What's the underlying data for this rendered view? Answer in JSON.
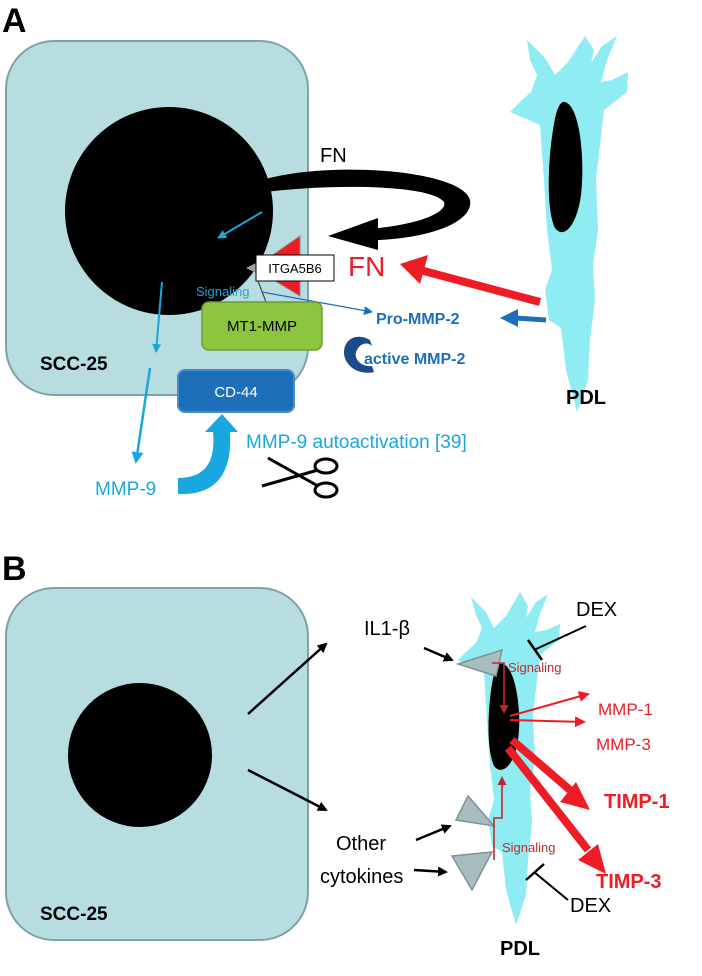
{
  "panel_a": {
    "label": "A",
    "cell_label": "SCC-25",
    "pdl_label": "PDL",
    "fn_loop": "FN",
    "fn_big": "FN",
    "integrin": "ITGA5B6",
    "signaling": "Signaling",
    "mt1_mmp": "MT1-MMP",
    "pro_mmp2": "Pro-MMP-2",
    "active_mmp2": "active MMP-2",
    "cd44": "CD-44",
    "mmp9": "MMP-9",
    "mmp9_auto": "MMP-9 autoactivation [39]"
  },
  "panel_b": {
    "label": "B",
    "cell_label": "SCC-25",
    "pdl_label": "PDL",
    "il1b": "IL1-β",
    "other_cytokines_1": "Other",
    "other_cytokines_2": "cytokines",
    "dex_top": "DEX",
    "dex_bottom": "DEX",
    "signaling_top": "Signaling",
    "signaling_bottom": "Signaling",
    "mmp1": "MMP-1",
    "mmp3": "MMP-3",
    "timp1": "TIMP-1",
    "timp3": "TIMP-3"
  },
  "colors": {
    "cell_fill": "#b7dde0",
    "cell_stroke": "#7fa2a8",
    "pdl_fill": "#8fecf2",
    "red": "#ee1c24",
    "dark_red": "#c0282d",
    "light_blue": "#1aa7e0",
    "dark_blue": "#1c6fb8",
    "green_box": "#8cc63f",
    "blue_box": "#1c6fb8"
  }
}
